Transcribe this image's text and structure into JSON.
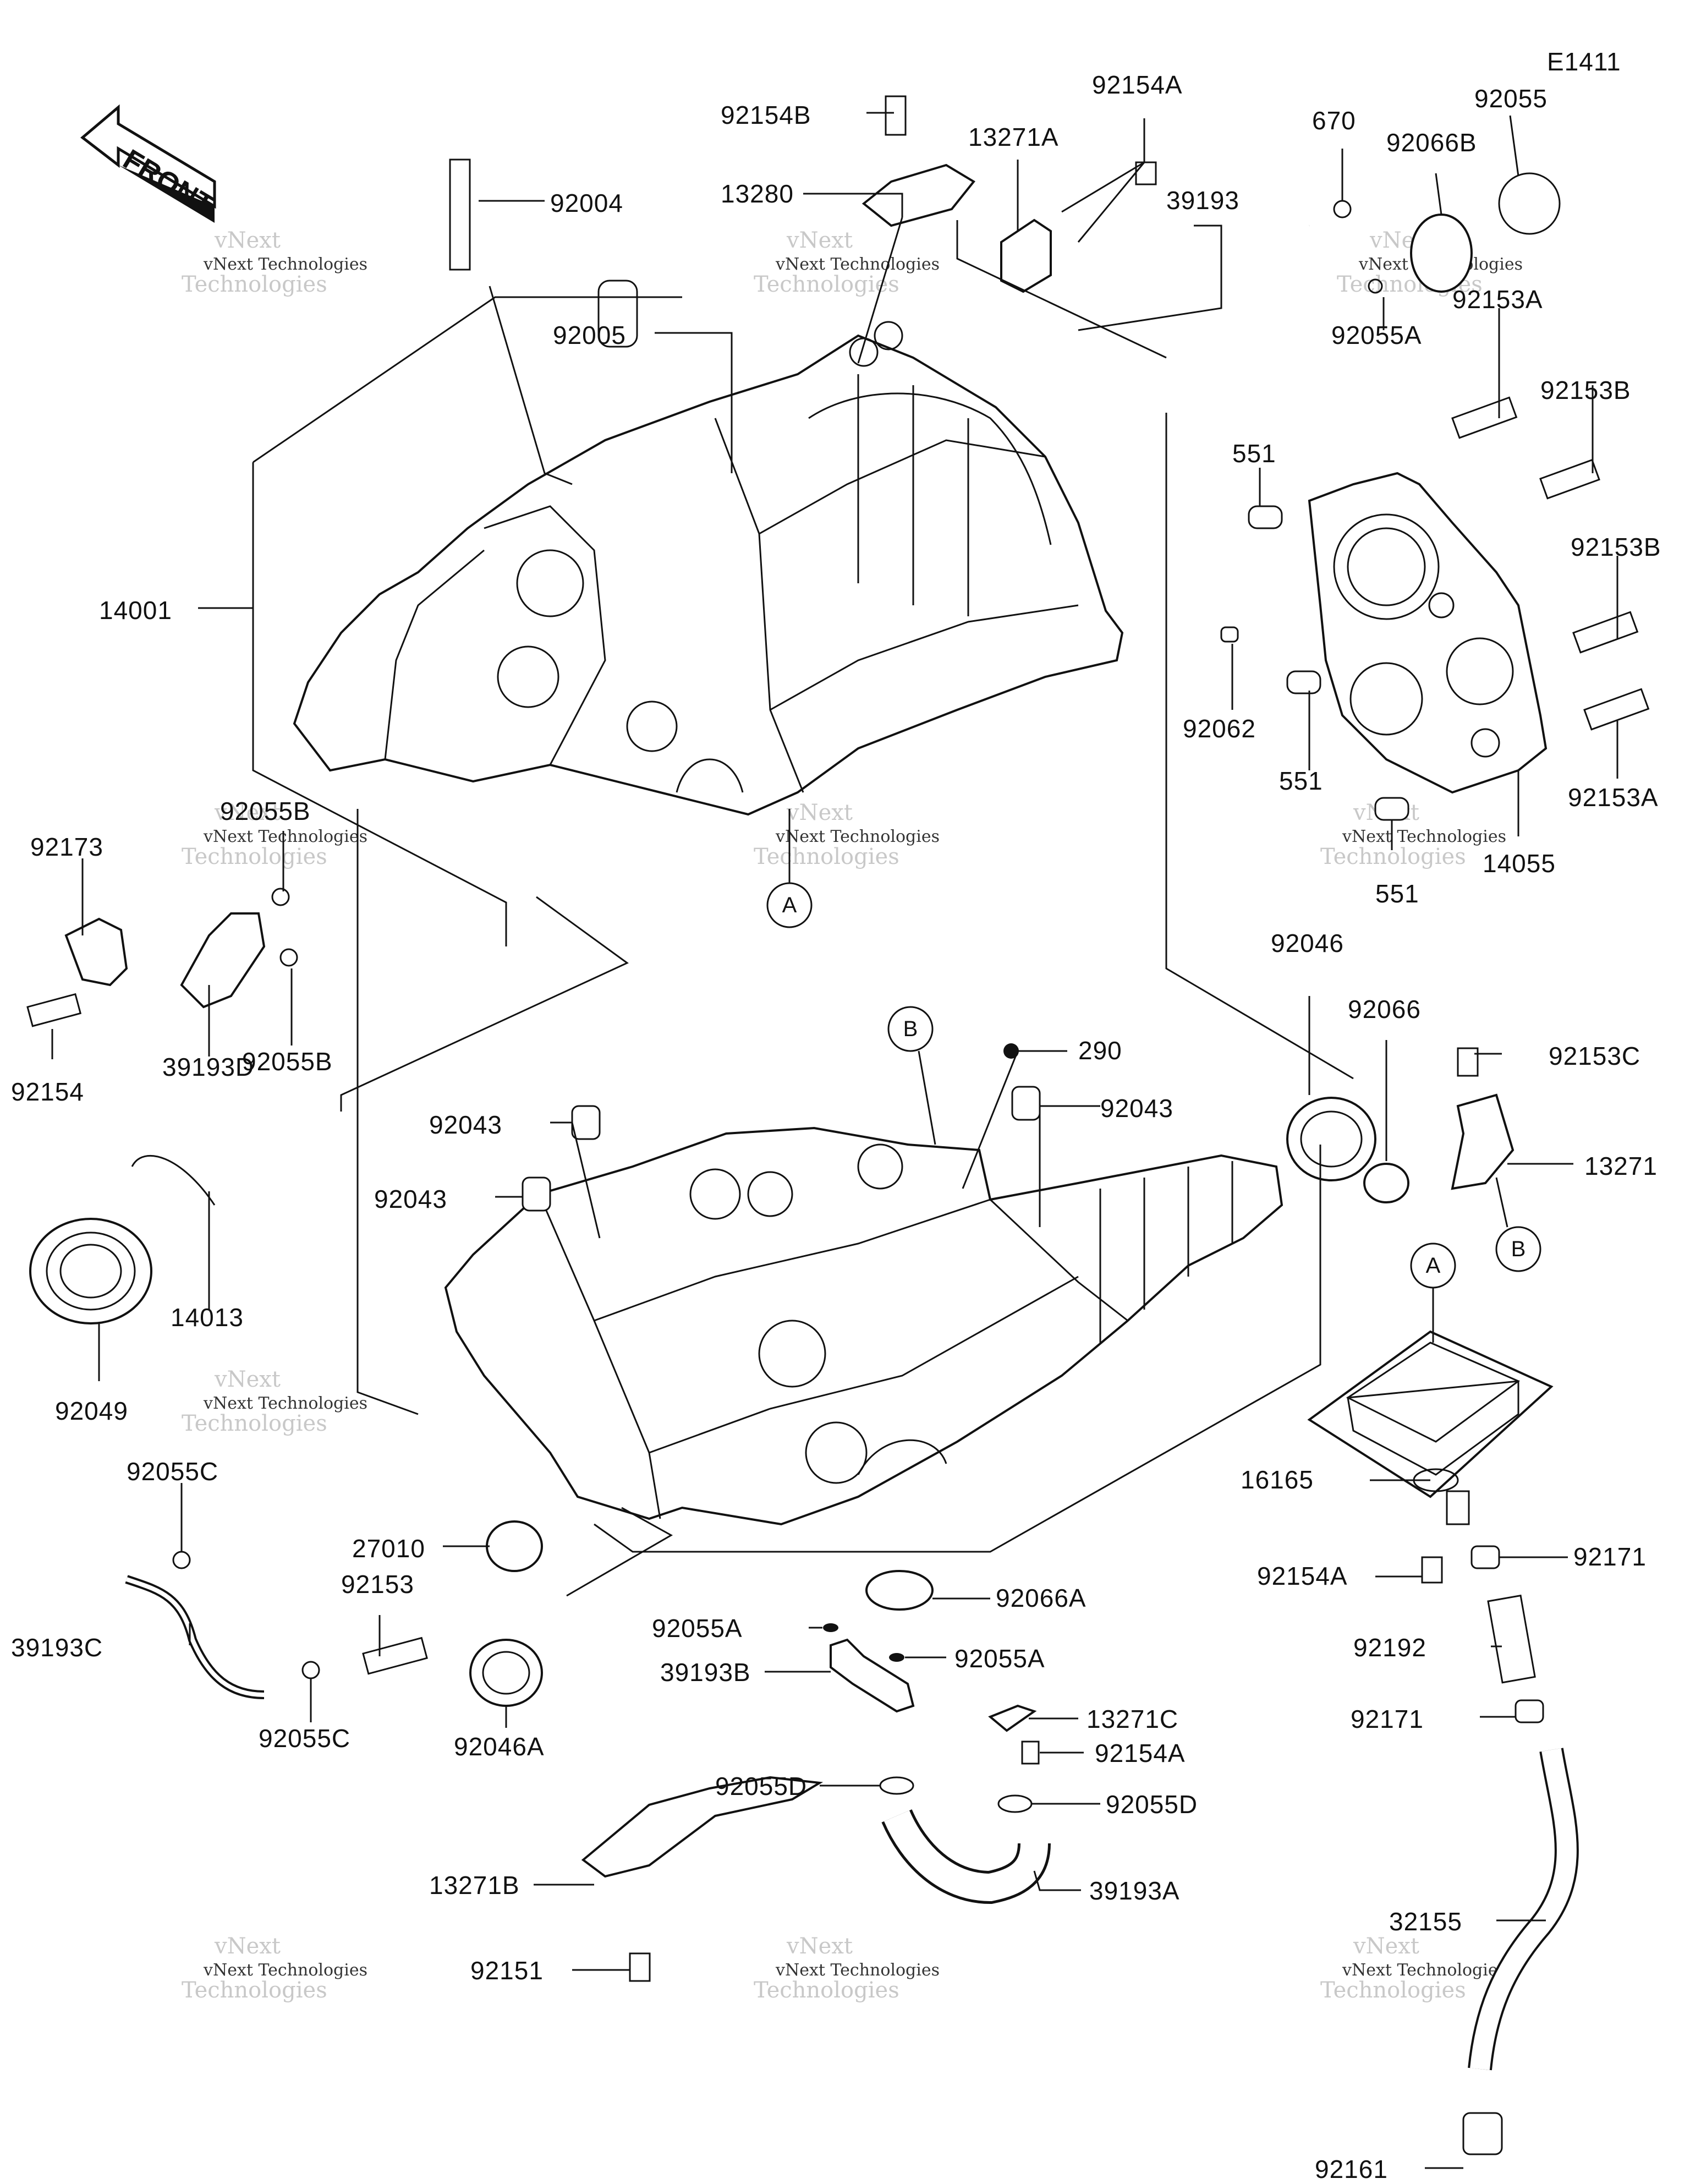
{
  "diagram": {
    "code": "E1411",
    "front_label": "FRONT",
    "watermark": {
      "line1": "vNext",
      "line2": "vNext Technologies",
      "line3": "Technologies"
    },
    "part_labels": [
      "92154B",
      "92154A",
      "13271A",
      "670",
      "92055",
      "13280",
      "92004",
      "39193",
      "92066B",
      "92005",
      "92055A",
      "92153A",
      "92153B",
      "551",
      "14001",
      "92153B",
      "92062",
      "551",
      "92153A",
      "92055B",
      "92173",
      "551",
      "14055",
      "92154",
      "39193D",
      "92055B",
      "92046",
      "92066",
      "290",
      "92043",
      "92153C",
      "92043",
      "92043",
      "13271",
      "14013",
      "92049",
      "16165",
      "92055C",
      "27010",
      "92066A",
      "92153",
      "92154A",
      "92171",
      "39193C",
      "92055A",
      "39193B",
      "92055A",
      "92192",
      "92055C",
      "92046A",
      "13271C",
      "92154A",
      "92171",
      "92055D",
      "92055D",
      "13271B",
      "39193A",
      "32155",
      "92151",
      "92161"
    ],
    "callouts": [
      "A",
      "B",
      "B",
      "A"
    ]
  }
}
